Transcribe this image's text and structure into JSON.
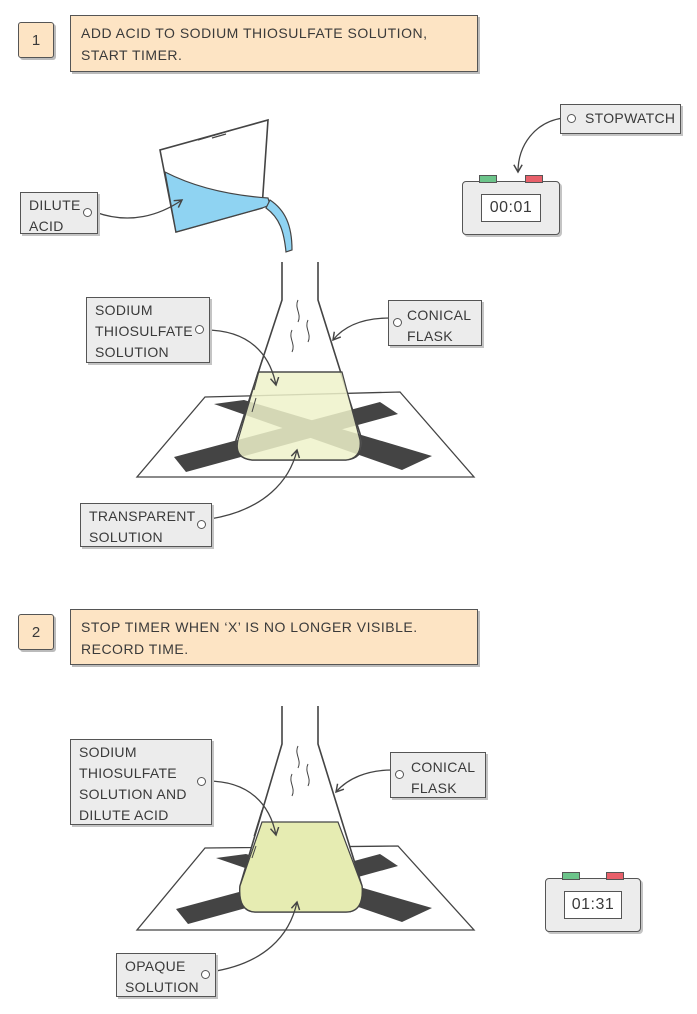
{
  "step1": {
    "number": "1",
    "text_line1": "ADD ACID TO SODIUM THIOSULFATE  SOLUTION,",
    "text_line2": "START TIMER."
  },
  "step2": {
    "number": "2",
    "text_line1": "STOP TIMER WHEN ‘X’ IS NO LONGER VISIBLE.",
    "text_line2": "RECORD TIME."
  },
  "labels1": {
    "dilute_acid": [
      "DILUTE",
      "ACID"
    ],
    "stopwatch": [
      "STOPWATCH"
    ],
    "sodium_thiosulfate": [
      "SODIUM",
      "THIOSULFATE",
      "SOLUTION"
    ],
    "conical_flask": [
      "CONICAL",
      "FLASK"
    ],
    "transparent": [
      "TRANSPARENT",
      "SOLUTION"
    ]
  },
  "labels2": {
    "mixture": [
      "SODIUM",
      "THIOSULFATE",
      "SOLUTION AND",
      "DILUTE ACID"
    ],
    "conical_flask": [
      "CONICAL",
      "FLASK"
    ],
    "opaque": [
      "OPAQUE",
      "SOLUTION"
    ]
  },
  "stopwatch1": {
    "time": "00:01"
  },
  "stopwatch2": {
    "time": "01:31"
  },
  "colors": {
    "step_fill": "#fde4c4",
    "acid_blue": "#8fd3f2",
    "transparent_solution": "#eef2c8",
    "opaque_solution": "#e6ecb2",
    "cross": "#444444",
    "button_green": "#6cc48a",
    "button_red": "#e8606a"
  }
}
